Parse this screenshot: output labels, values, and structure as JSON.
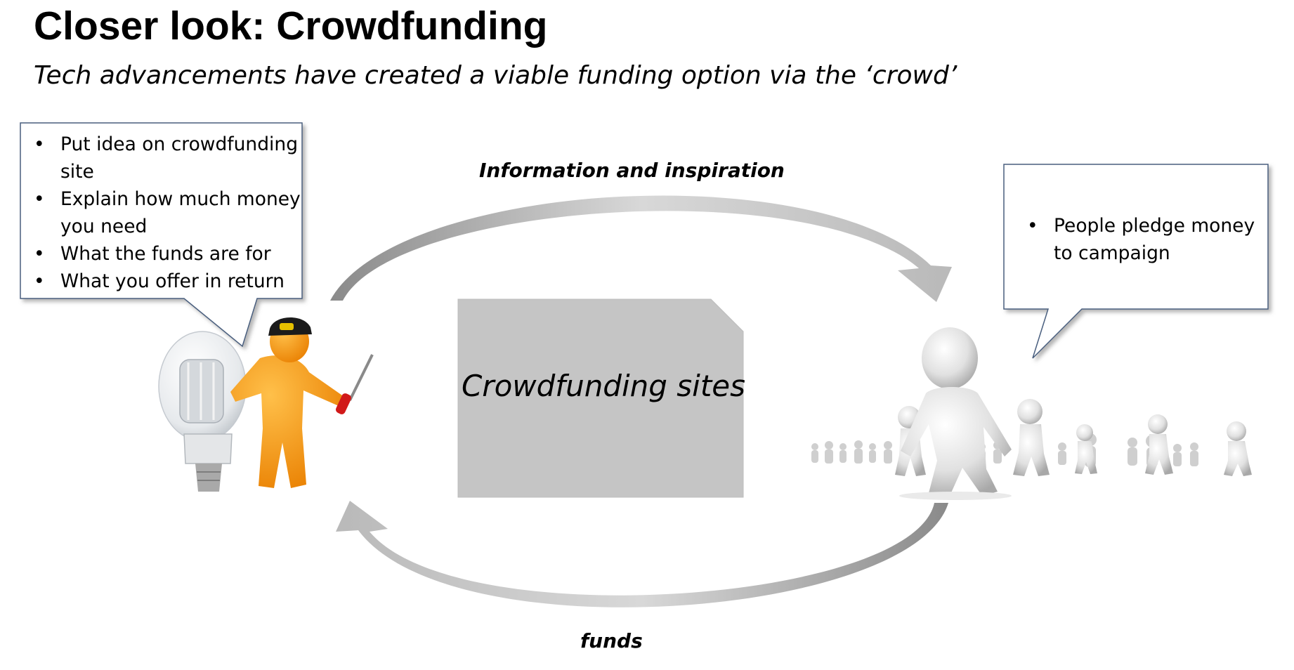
{
  "slide": {
    "title": "Closer look: Crowdfunding",
    "subtitle": "Tech advancements have created a viable funding option via the ‘crowd’"
  },
  "left_callout": {
    "items": [
      "Put idea on crowdfunding site",
      "Explain how much money you need",
      "What the funds are for",
      "What you offer in return"
    ]
  },
  "right_callout": {
    "items": [
      "People pledge money to campaign"
    ]
  },
  "center_box": {
    "label": "Crowdfunding sites"
  },
  "arrows": {
    "top_label": "Information and inspiration",
    "bottom_label": "funds"
  },
  "illustrations": {
    "left": "entrepreneur-with-lightbulb-illustration",
    "right": "crowd-of-people-illustration"
  }
}
